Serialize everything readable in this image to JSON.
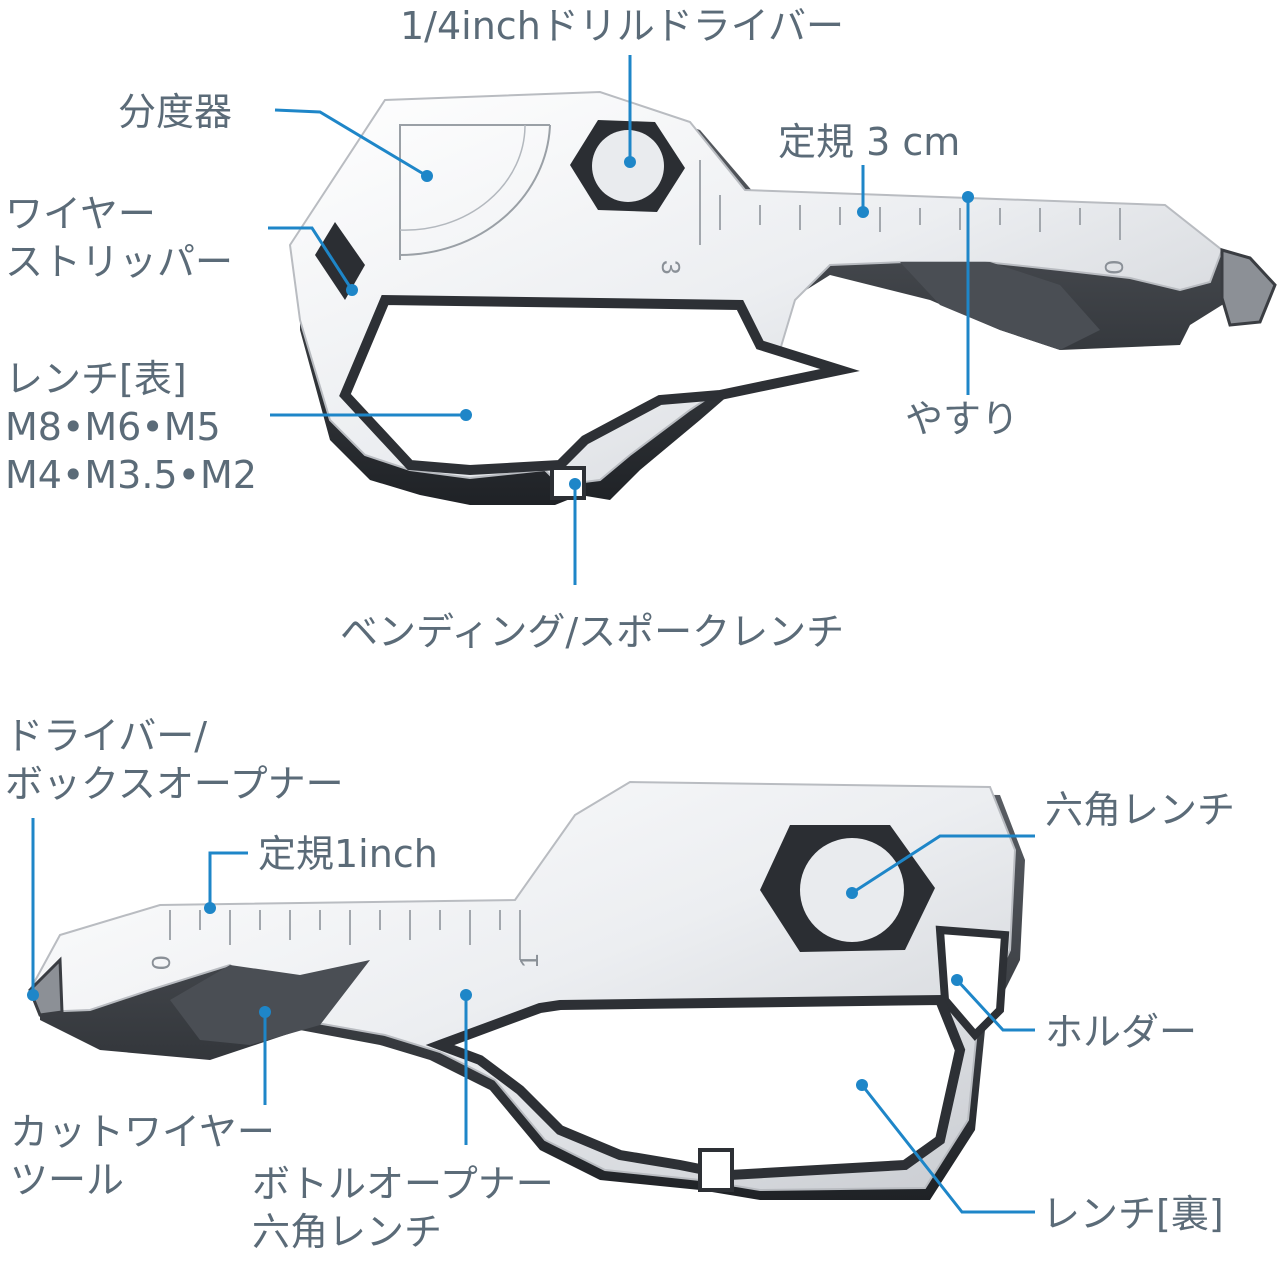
{
  "top": {
    "drill_driver": "1/4inchドリルドライバー",
    "protractor": "分度器",
    "ruler_3cm": "定規 3 cm",
    "wire_stripper": [
      "ワイヤー",
      "ストリッパー"
    ],
    "wrench_front": [
      "レンチ[表]",
      "M8•M6•M5",
      "M4•M3.5•M2"
    ],
    "file": "やすり",
    "bending_wrench": "ベンディング/スポークレンチ",
    "ruler_mark_3": "3",
    "ruler_mark_0": "0"
  },
  "bottom": {
    "driver_box": [
      "ドライバー/",
      "ボックスオープナー"
    ],
    "ruler_1inch": "定規1inch",
    "hex_wrench": "六角レンチ",
    "holder": "ホルダー",
    "cut_wire": [
      "カットワイヤー",
      "ツール"
    ],
    "bottle_opener": [
      "ボトルオープナー",
      "六角レンチ"
    ],
    "wrench_back": "レンチ[裏]",
    "ruler_mark_0": "0",
    "ruler_mark_1": "1"
  },
  "colors": {
    "leader": "#1e86c8",
    "label": "#5b6b78",
    "metal_light": "#f2f3f5",
    "metal_dark": "#3c3f44"
  }
}
